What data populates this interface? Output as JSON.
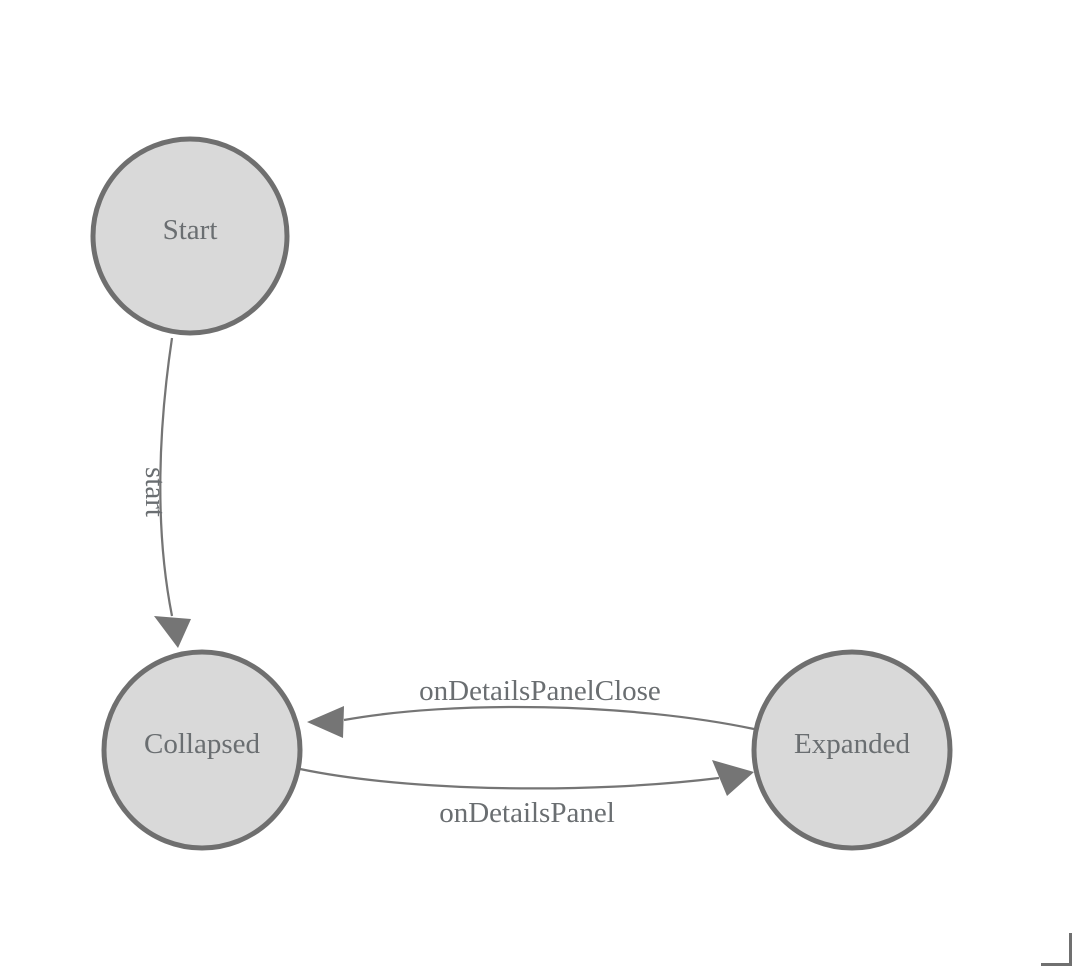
{
  "diagram": {
    "type": "state-machine",
    "background_color": "#ffffff",
    "node_fill_color": "#d9d9d9",
    "node_border_color": "#6f6f6f",
    "edge_color": "#757575",
    "label_color": "#6a6e71",
    "nodes": [
      {
        "id": "start",
        "label": "Start"
      },
      {
        "id": "collapsed",
        "label": "Collapsed"
      },
      {
        "id": "expanded",
        "label": "Expanded"
      }
    ],
    "edges": [
      {
        "from": "Start",
        "to": "Collapsed",
        "label": "start",
        "label_orientation": "vertical"
      },
      {
        "from": "Expanded",
        "to": "Collapsed",
        "label": "onDetailsPanelClose",
        "label_orientation": "horizontal"
      },
      {
        "from": "Collapsed",
        "to": "Expanded",
        "label": "onDetailsPanel",
        "label_orientation": "horizontal"
      }
    ]
  }
}
